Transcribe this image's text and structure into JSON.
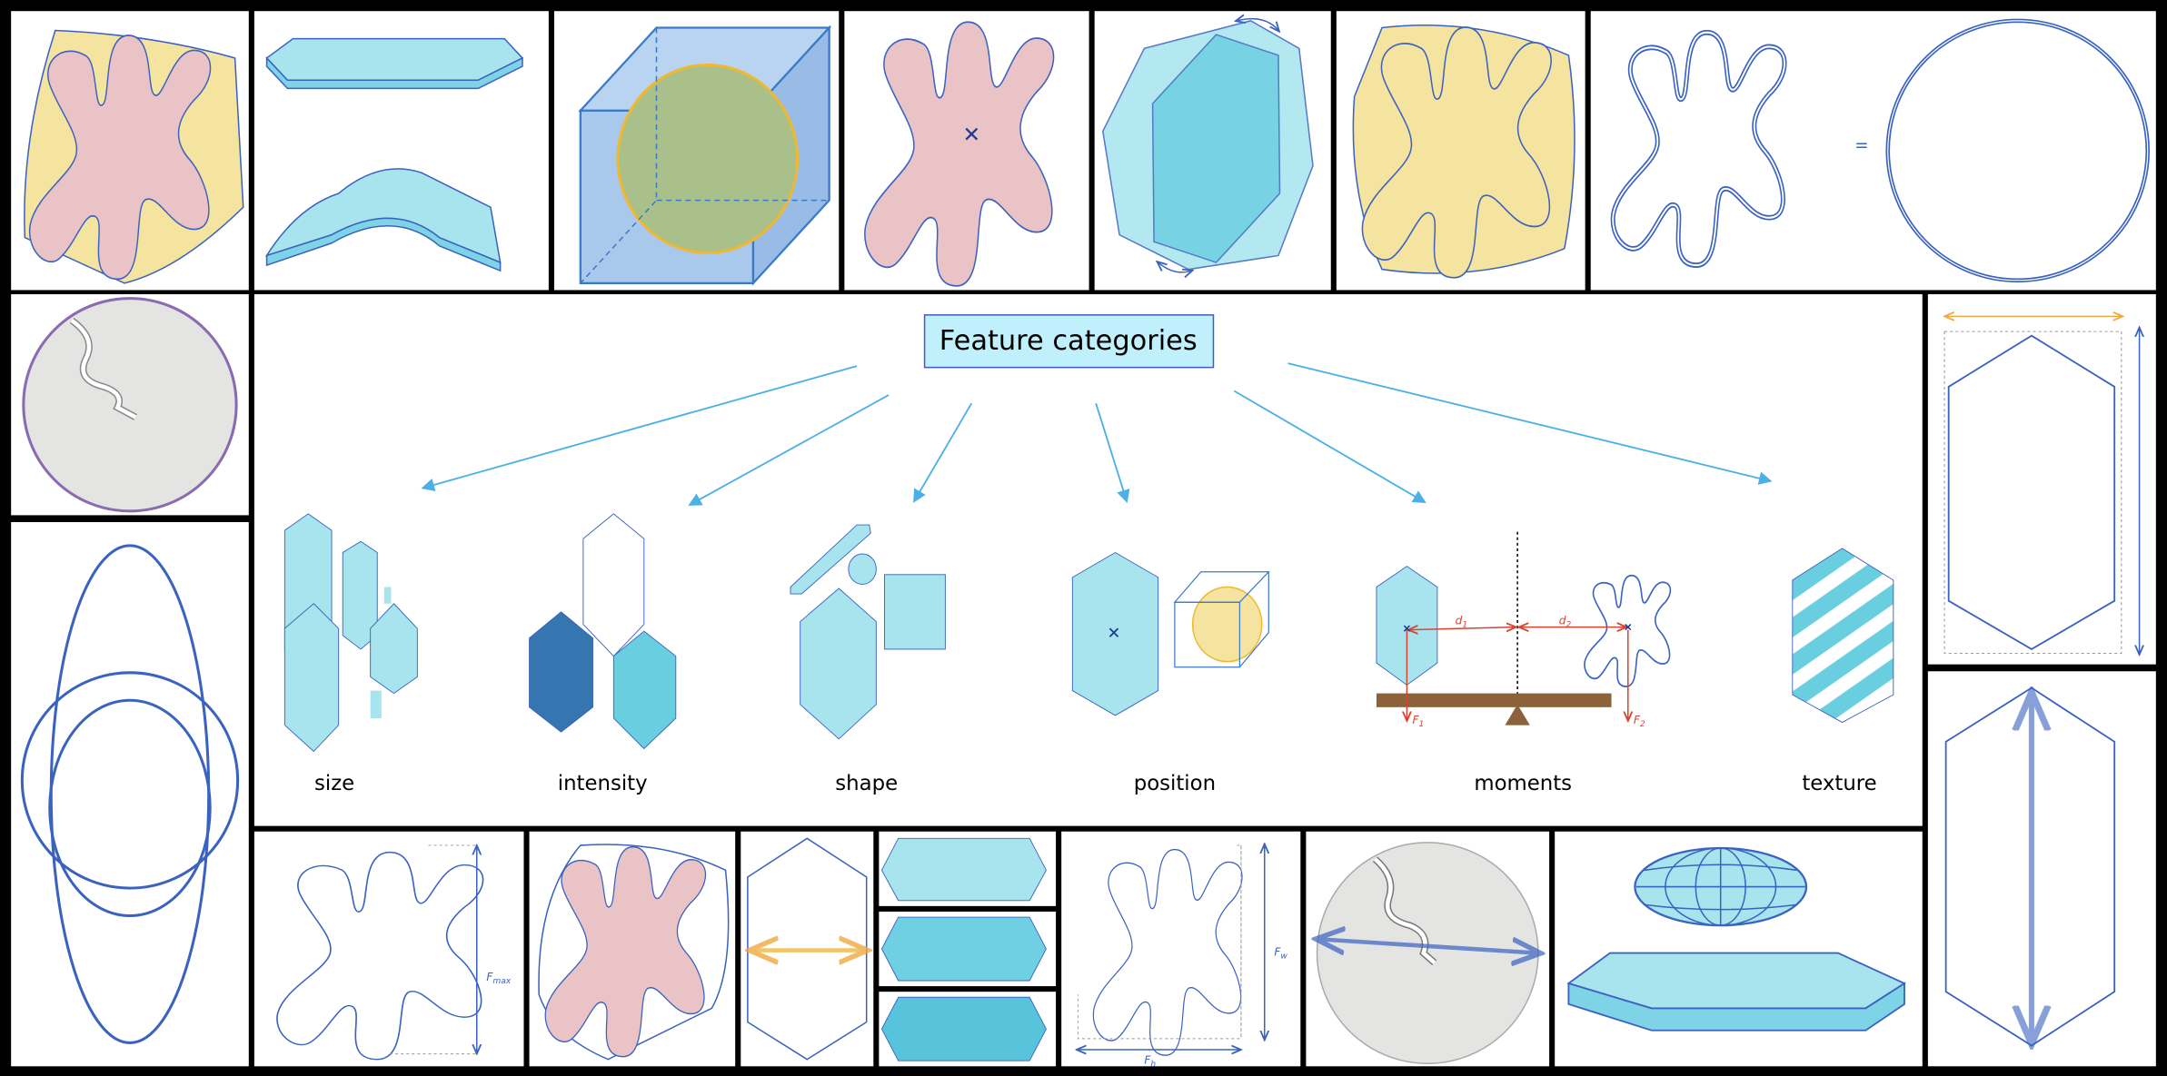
{
  "title": "Feature categories",
  "categories": [
    {
      "label": "size"
    },
    {
      "label": "intensity"
    },
    {
      "label": "shape"
    },
    {
      "label": "position"
    },
    {
      "label": "moments"
    },
    {
      "label": "texture"
    }
  ],
  "moments_annotations": {
    "d1": {
      "base": "d",
      "sub": "1"
    },
    "d2": {
      "base": "d",
      "sub": "2"
    },
    "F1": {
      "base": "F",
      "sub": "1"
    },
    "F2": {
      "base": "F",
      "sub": "2"
    }
  },
  "feret_max": {
    "base": "F",
    "sub": "max"
  },
  "feret_w": {
    "base": "F",
    "sub": "w"
  },
  "feret_h": {
    "base": "F",
    "sub": "h"
  },
  "equals_sign": "=",
  "colors": {
    "light_cyan": "#a8e4ee",
    "outline_blue": "#3a62c0",
    "arrow_blue": "#4ab0e6",
    "yellow": "#f5e3a0",
    "pink": "#e9c3c5",
    "dark_blue": "#3575b0",
    "medium_cyan": "#69cfe0",
    "red": "#d9442f",
    "brown": "#8b6239",
    "gray": "#e4e4e2"
  }
}
